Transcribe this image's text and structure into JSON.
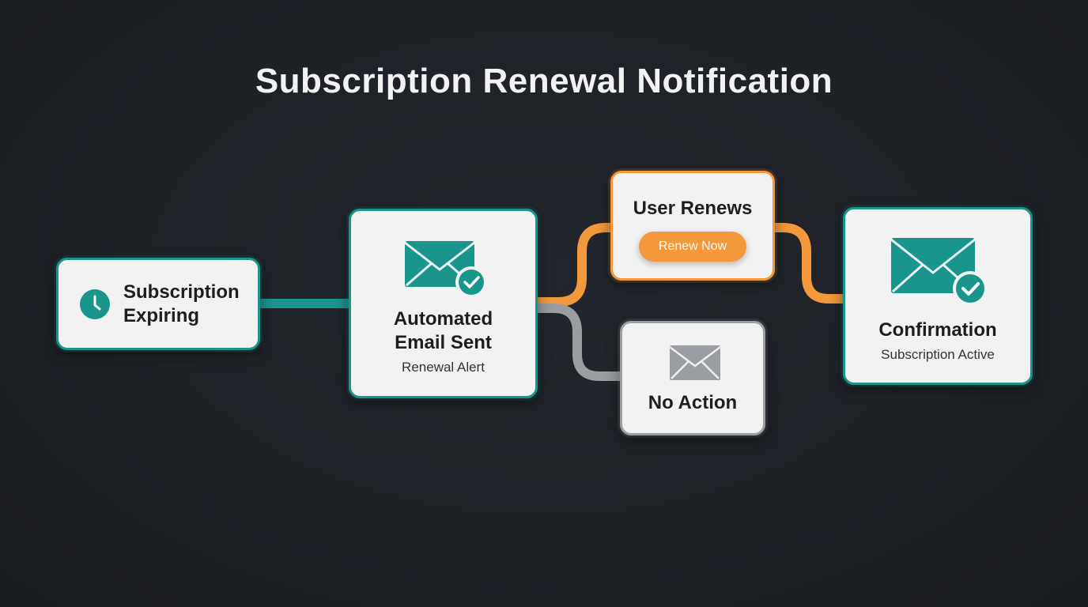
{
  "title": "Subscription Renewal Notification",
  "colors": {
    "teal": "#1a958b",
    "orange": "#f4993b",
    "grey": "#9a9da1",
    "background": "#1f2227",
    "card": "#f2f2f2"
  },
  "nodes": {
    "expiring": {
      "title_line1": "Subscription",
      "title_line2": "Expiring",
      "icon": "clock-icon"
    },
    "email_sent": {
      "title_line1": "Automated",
      "title_line2": "Email Sent",
      "subtitle": "Renewal Alert",
      "icon": "envelope-check-icon"
    },
    "user_renews": {
      "title": "User Renews",
      "button_label": "Renew Now"
    },
    "no_action": {
      "title": "No Action",
      "icon": "envelope-icon"
    },
    "confirmation": {
      "title": "Confirmation",
      "subtitle": "Subscription Active",
      "icon": "envelope-check-icon"
    }
  }
}
